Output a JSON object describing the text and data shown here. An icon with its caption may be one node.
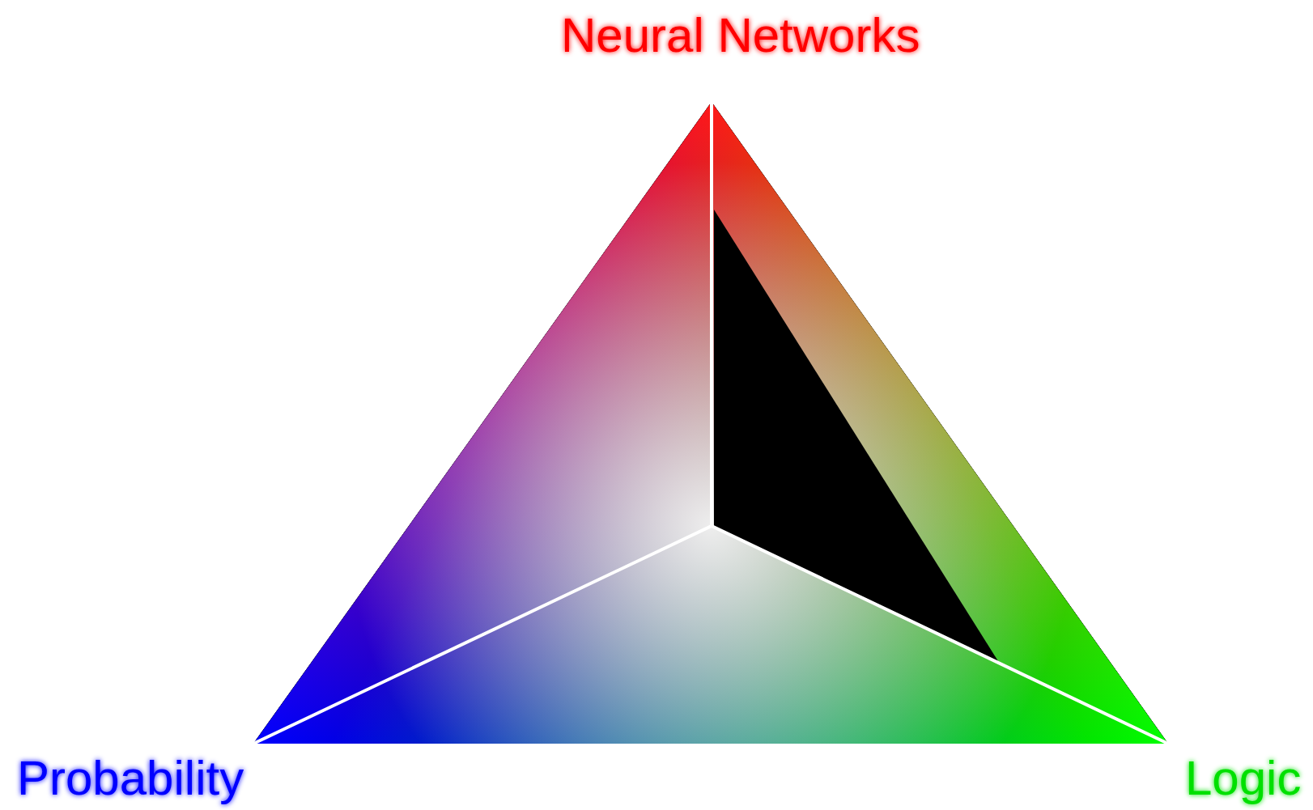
{
  "diagram": {
    "labels": [
      "Neural Networks",
      "Probability",
      "Logic"
    ]
  }
}
